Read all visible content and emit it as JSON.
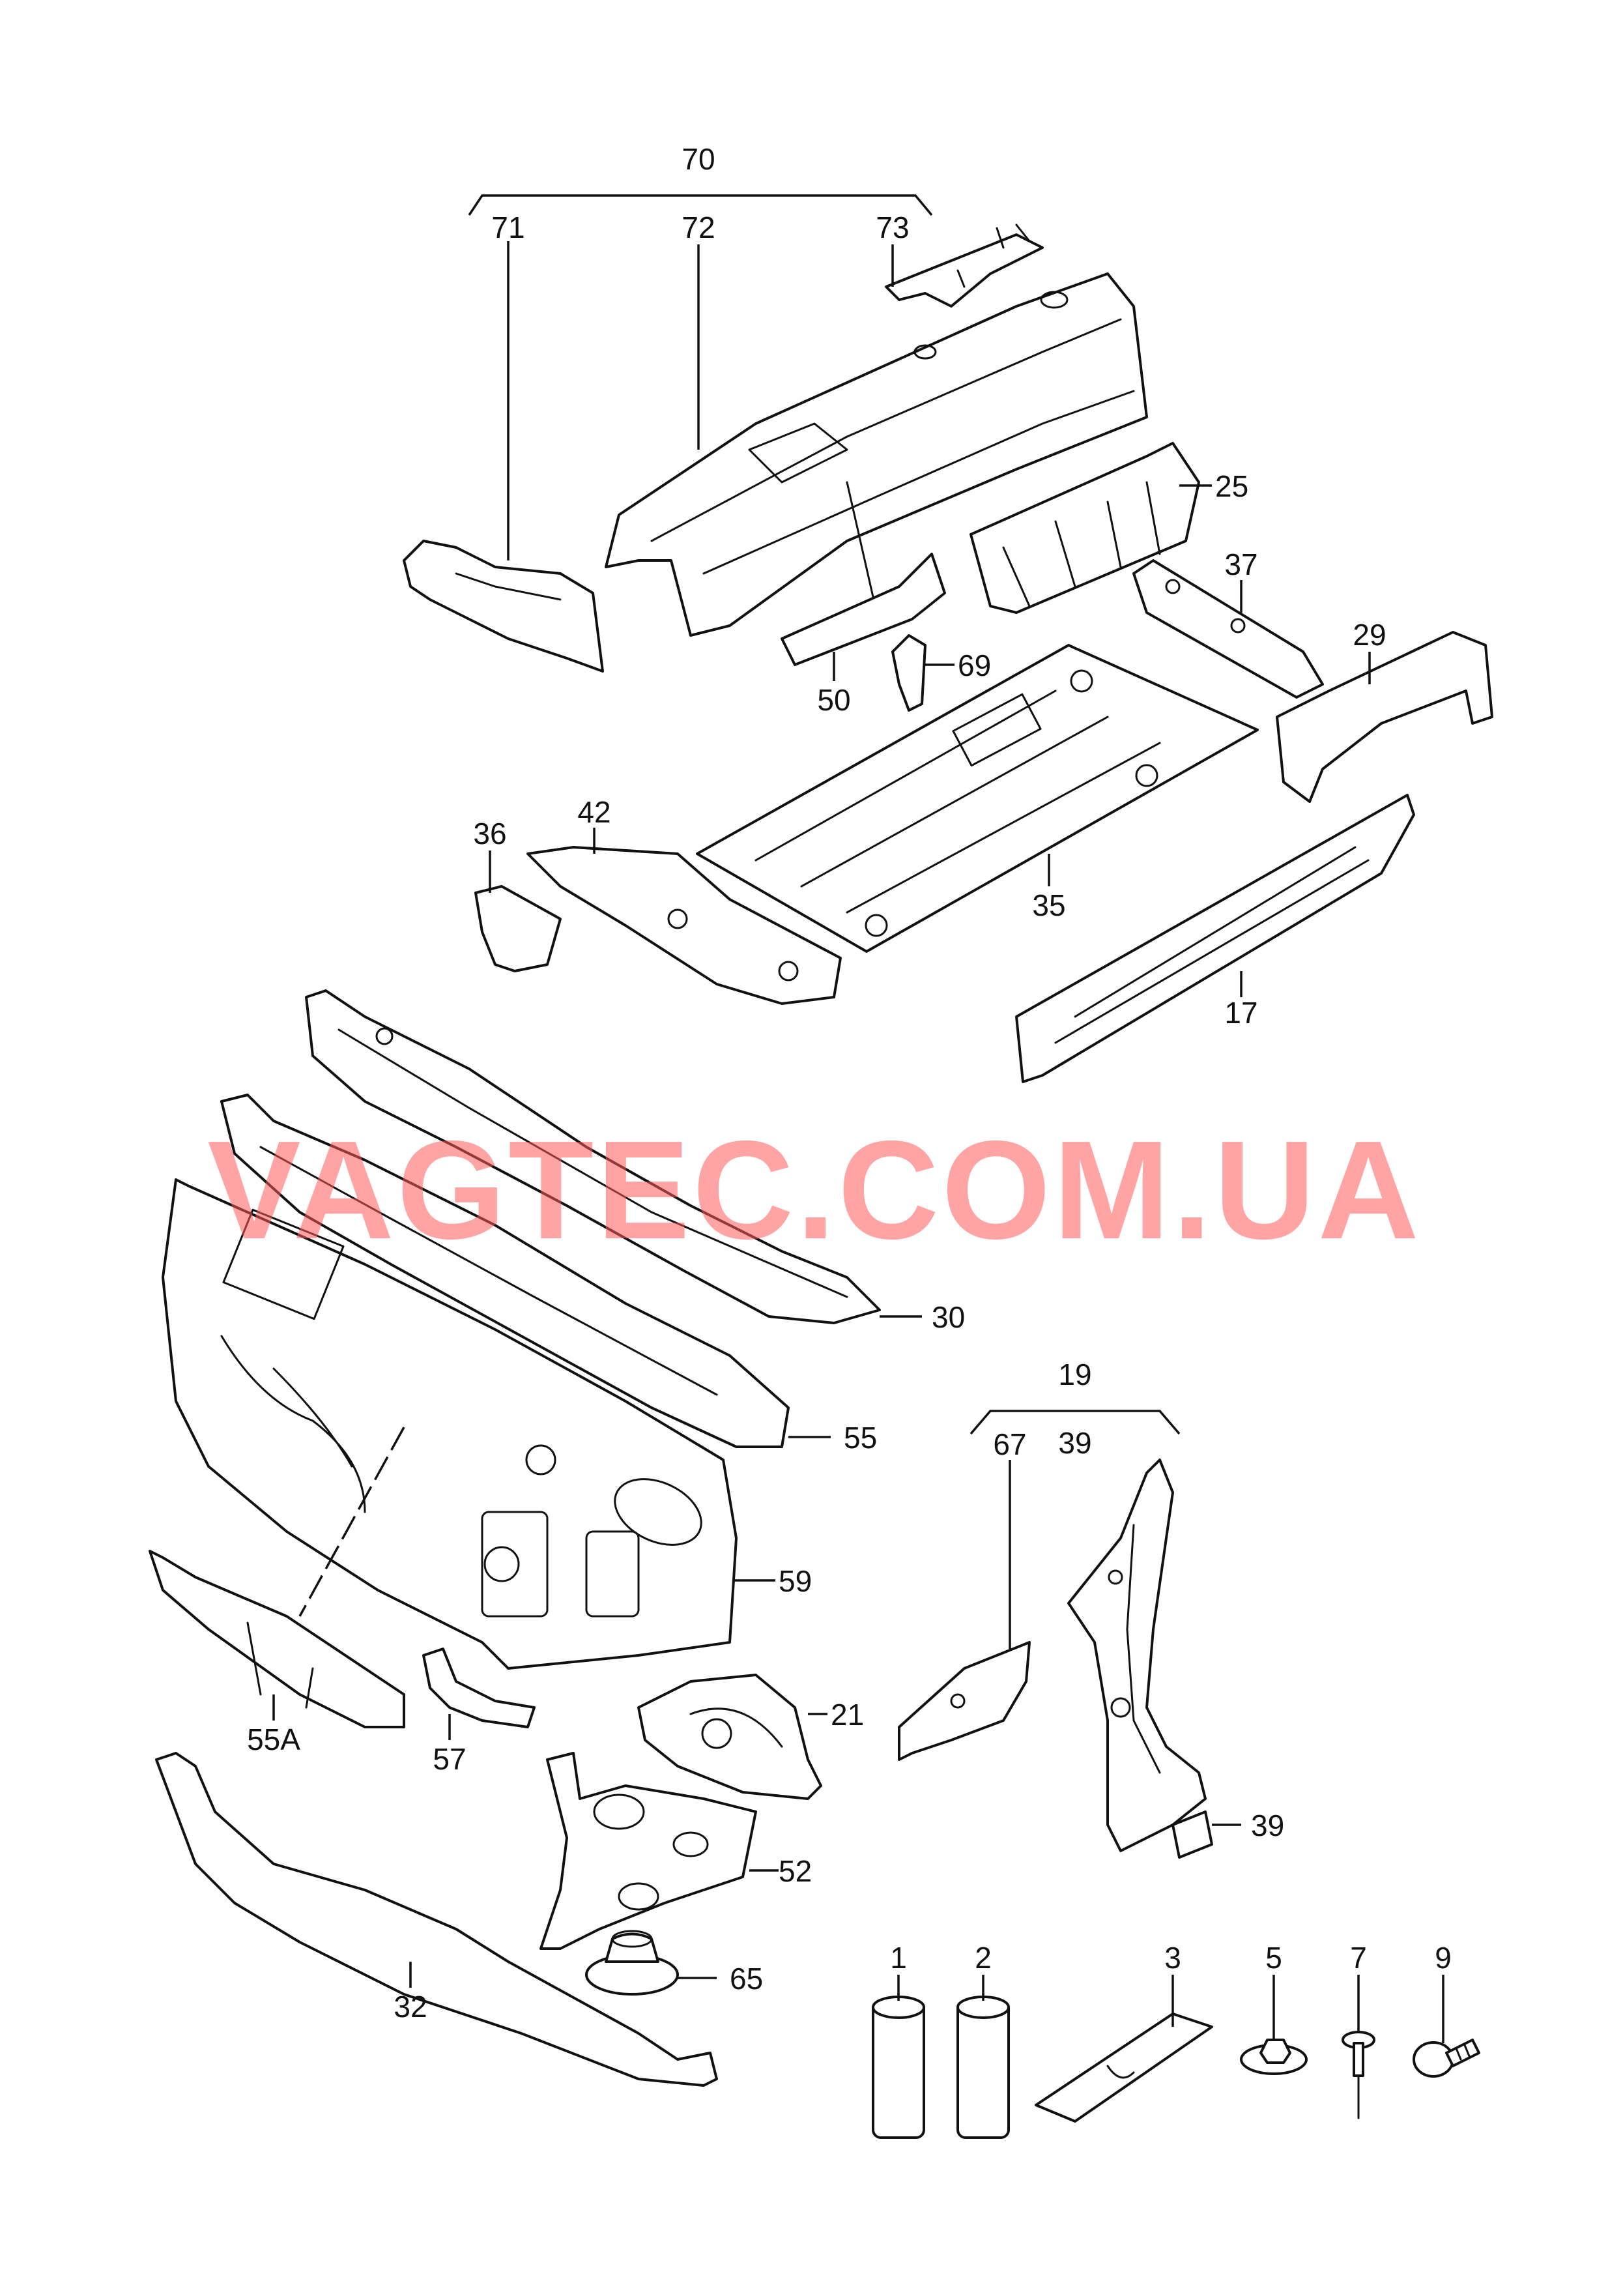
{
  "watermark": "VAGTEC.COM.UA",
  "colors": {
    "line": "#111111",
    "watermark": "#ff5a5a",
    "background": "#ffffff"
  },
  "callouts": {
    "c70": "70",
    "c71": "71",
    "c72": "72",
    "c73": "73",
    "c25": "25",
    "c37": "37",
    "c29": "29",
    "c50": "50",
    "c69": "69",
    "c36": "36",
    "c42": "42",
    "c35": "35",
    "c17": "17",
    "c30": "30",
    "c55": "55",
    "c59": "59",
    "c55a": "55A",
    "c57": "57",
    "c21": "21",
    "c52": "52",
    "c65": "65",
    "c32": "32",
    "c19": "19",
    "c39top": "39",
    "c67": "67",
    "c39": "39",
    "c1": "1",
    "c2": "2",
    "c3": "3",
    "c5": "5",
    "c7": "7",
    "c9": "9"
  }
}
